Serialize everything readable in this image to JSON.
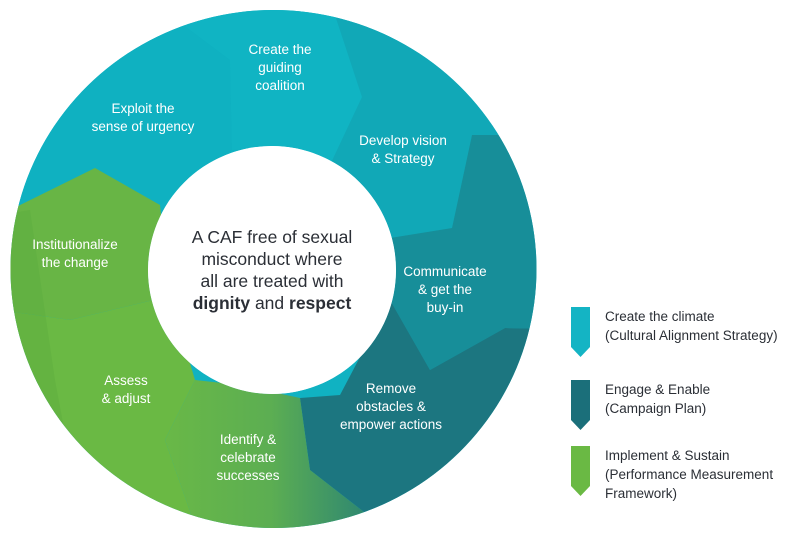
{
  "diagram": {
    "center": {
      "line1": "A CAF free of sexual",
      "line2": "misconduct where",
      "line3": "all are treated with",
      "bold1": "dignity",
      "joiner": " and ",
      "bold2": "respect"
    },
    "segments": [
      {
        "label": "Create the\nguiding\ncoalition",
        "phase": "Create the climate",
        "color": "#10b4c3"
      },
      {
        "label": "Develop vision\n& Strategy",
        "phase": "Create the climate",
        "color": "#11a8b7"
      },
      {
        "label": "Communicate\n& get the\nbuy-in",
        "phase": "Engage & Enable",
        "color": "#178e99"
      },
      {
        "label": "Remove\nobstacles &\nempower actions",
        "phase": "Engage & Enable",
        "color": "#1c7680"
      },
      {
        "label": "Identify &\ncelebrate\nsuccesses",
        "phase": "Implement & Sustain",
        "color": "#65b647"
      },
      {
        "label": "Assess\n& adjust",
        "phase": "Implement & Sustain",
        "color": "#6ab944"
      },
      {
        "label": "Institutionalize\nthe change",
        "phase": "Implement & Sustain",
        "color": "#68b545"
      },
      {
        "label": "Exploit the\nsense of urgency",
        "phase": "Create the climate",
        "color": "#0fb1c1"
      }
    ]
  },
  "legend": [
    {
      "title": "Create the climate",
      "subtitle": "(Cultural Alignment Strategy)",
      "color": "#14b4c4"
    },
    {
      "title": "Engage & Enable",
      "subtitle": "(Campaign Plan)",
      "color": "#1b6f7a"
    },
    {
      "title": "Implement & Sustain",
      "subtitle": "(Performance Measurement\nFramework)",
      "color": "#6ab944"
    }
  ]
}
